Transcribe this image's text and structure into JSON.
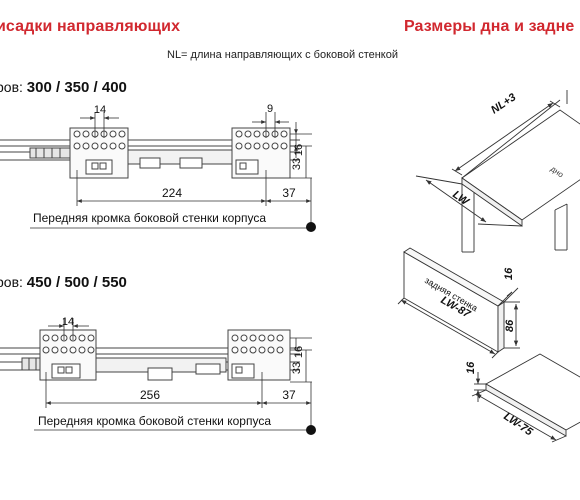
{
  "header": {
    "left_title": "исадки направляющих",
    "right_title": "Размеры дна и задне",
    "subtitle": "NL= длина направляющих с боковой стенкой"
  },
  "diagram_top": {
    "series_prefix": "ров:",
    "series_sizes": "300 / 350 / 400",
    "dim_spacing": "14",
    "dim_right_spacing": "9",
    "dim_vertical_16": "16",
    "dim_vertical_33": "33",
    "dim_length": "224",
    "dim_offset": "37",
    "edge_caption": "Передняя кромка боковой стенки корпуса"
  },
  "diagram_bottom": {
    "series_prefix": "ров:",
    "series_sizes": "450 / 500 / 550",
    "dim_spacing": "14",
    "dim_vertical_16": "16",
    "dim_vertical_33": "33",
    "dim_length": "256",
    "dim_offset": "37",
    "edge_caption": "Передняя кромка боковой стенки корпуса"
  },
  "drawer_view": {
    "dim_nl": "NL+3",
    "dim_lw": "LW",
    "bottom_label": "дно",
    "back_label": "задняя стенка",
    "dim_back_width": "LW-87",
    "dim_back_thickness": "16",
    "dim_back_height": "86",
    "dim_bottom_thickness": "16",
    "dim_bottom_width": "LW-75"
  },
  "colors": {
    "accent": "#d1282f",
    "line": "#333333",
    "fill_light": "#e6e6e6"
  }
}
